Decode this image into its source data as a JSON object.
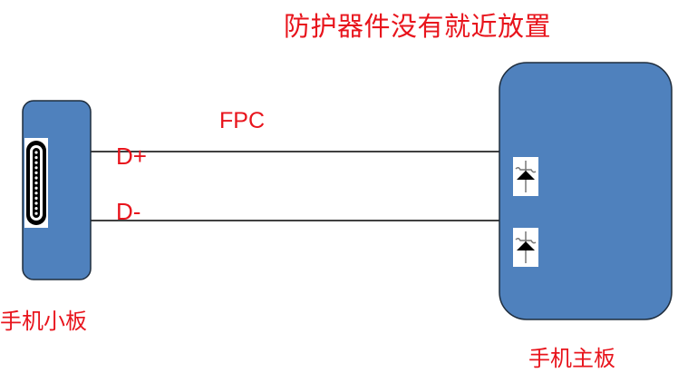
{
  "title": "防护器件没有就近放置",
  "fpc_label": "FPC",
  "signals": [
    {
      "name": "D+"
    },
    {
      "name": "D-"
    }
  ],
  "boards": {
    "small": {
      "label": "手机小板",
      "connector": "usb-type-c"
    },
    "main": {
      "label": "手机主板",
      "components": [
        "tvs-diode",
        "tvs-diode"
      ]
    }
  },
  "colors": {
    "board_fill": "#4f81bd",
    "text_accent": "#e8141c",
    "line": "#000000"
  }
}
